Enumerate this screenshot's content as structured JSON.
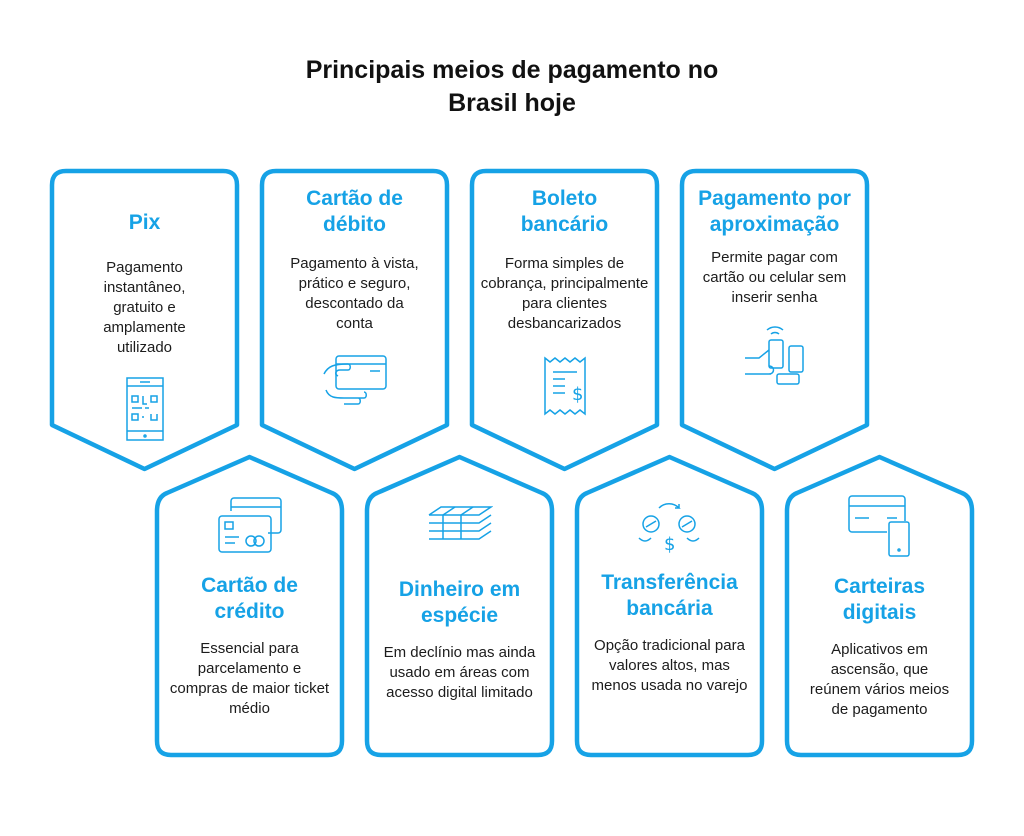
{
  "title_line1": "Principais meios de pagamento no",
  "title_line2": "Brasil hoje",
  "accent": "#16a2e6",
  "cards": [
    {
      "title": "Pix",
      "text": "Pagamento instantâneo, gratuito e amplamente utilizado",
      "icon": "qr-phone-icon"
    },
    {
      "title": "Cartão de débito",
      "text": "Pagamento à vista, prático e seguro, descontado da conta",
      "icon": "hand-card-icon"
    },
    {
      "title": "Boleto bancário",
      "text": "Forma simples de cobrança, principalmente para clientes desbancarizados",
      "icon": "receipt-icon"
    },
    {
      "title": "Pagamento por aproximação",
      "text": "Permite pagar com cartão ou celular sem inserir senha",
      "icon": "contactless-icon"
    },
    {
      "title": "Cartão de crédito",
      "text": "Essencial para parcelamento e compras de maior ticket médio",
      "icon": "credit-cards-icon"
    },
    {
      "title": "Dinheiro em espécie",
      "text": "Em declínio mas ainda usado em áreas com acesso digital limitado",
      "icon": "cash-stack-icon"
    },
    {
      "title": "Transferência bancária",
      "text": "Opção tradicional para valores altos, mas menos usada no varejo",
      "icon": "transfer-icon"
    },
    {
      "title": "Carteiras digitais",
      "text": "Aplicativos em ascensão, que reúnem vários meios de pagamento",
      "icon": "wallet-app-icon"
    }
  ]
}
